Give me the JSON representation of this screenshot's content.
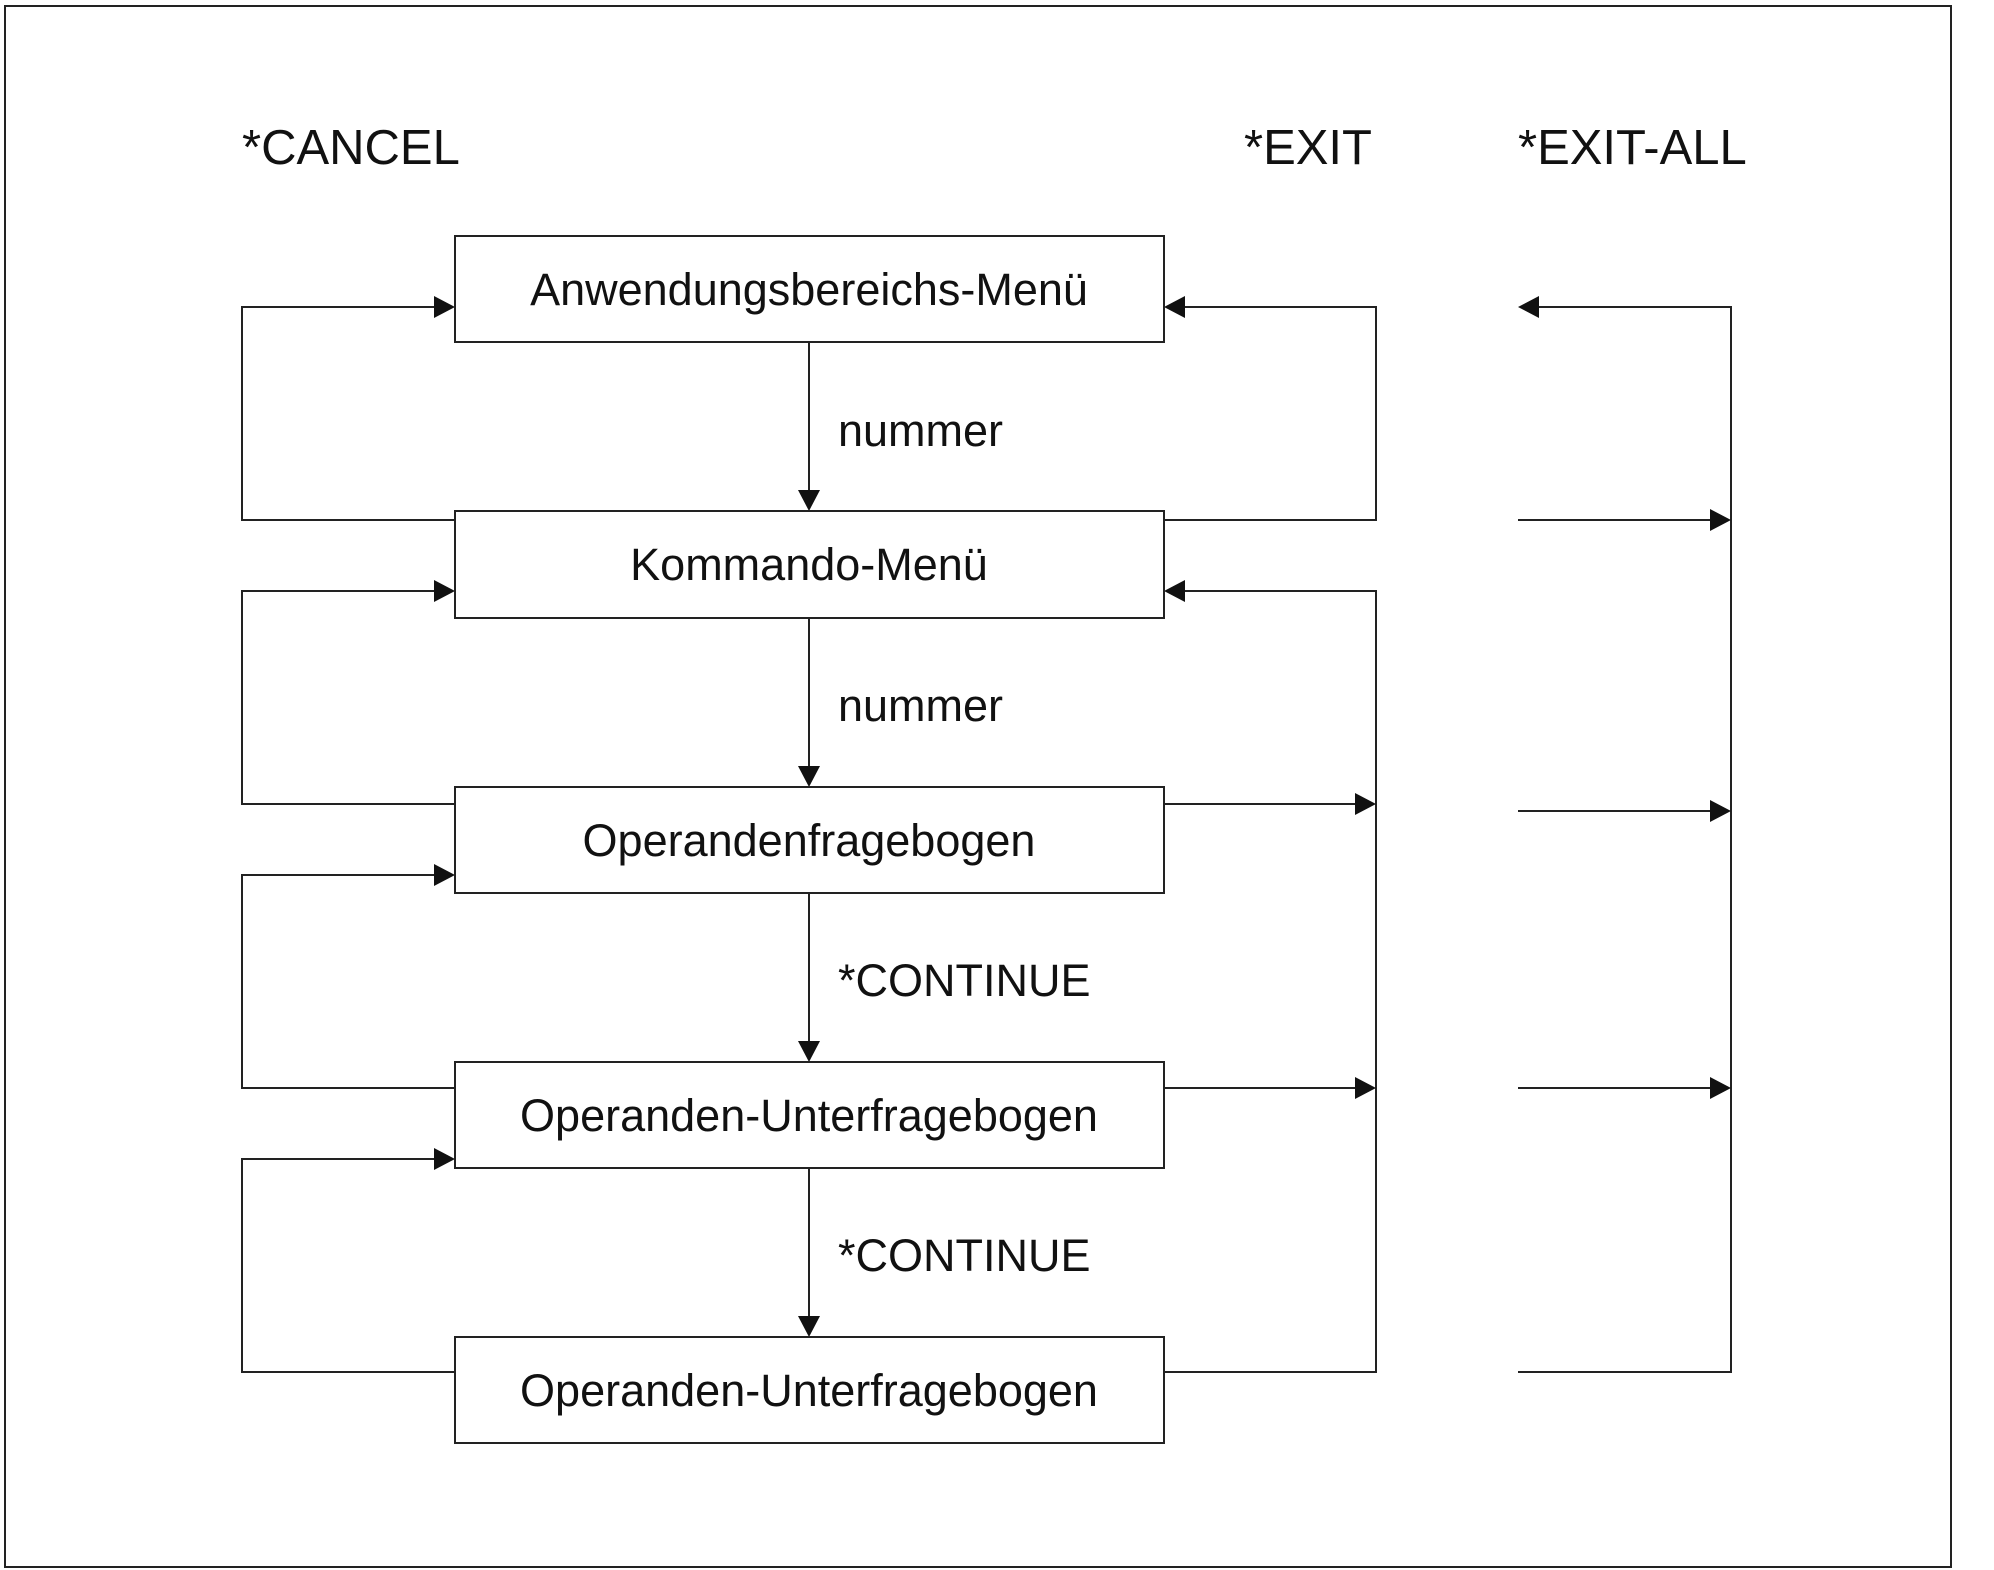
{
  "headers": {
    "cancel": "*CANCEL",
    "exit": "*EXIT",
    "exit_all": "*EXIT-ALL"
  },
  "nodes": [
    {
      "id": "anwendungsbereichs-menu",
      "label": "Anwendungsbereichs-Menü"
    },
    {
      "id": "kommando-menu",
      "label": "Kommando-Menü"
    },
    {
      "id": "operandenfragebogen",
      "label": "Operandenfragebogen"
    },
    {
      "id": "operanden-unterfragebogen-1",
      "label": "Operanden-Unterfragebogen"
    },
    {
      "id": "operanden-unterfragebogen-2",
      "label": "Operanden-Unterfragebogen"
    }
  ],
  "edges": [
    {
      "from": "anwendungsbereichs-menu",
      "to": "kommando-menu",
      "label": "nummer"
    },
    {
      "from": "kommando-menu",
      "to": "operandenfragebogen",
      "label": "nummer"
    },
    {
      "from": "operandenfragebogen",
      "to": "operanden-unterfragebogen-1",
      "label": "*CONTINUE"
    },
    {
      "from": "operanden-unterfragebogen-1",
      "to": "operanden-unterfragebogen-2",
      "label": "*CONTINUE"
    }
  ]
}
